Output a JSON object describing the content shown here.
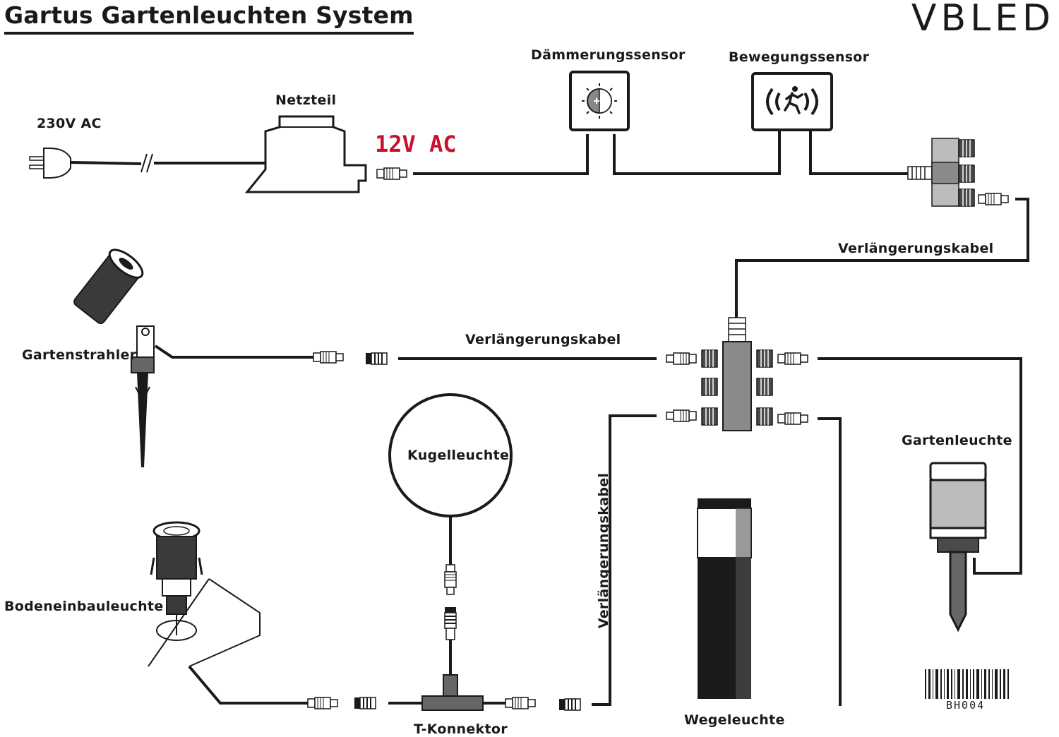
{
  "header": {
    "title": "Gartus Gartenleuchten System",
    "brand": "VBLED"
  },
  "labels": {
    "mains": "230V AC",
    "power_supply": "Netzteil",
    "voltage_out": "12V AC",
    "dusk_sensor": "Dämmerungssensor",
    "motion_sensor": "Bewegungssensor",
    "extension_cable_top": "Verlängerungskabel",
    "extension_cable_mid": "Verlängerungskabel",
    "extension_cable_vertical": "Verlängerungskabel",
    "spotlight": "Gartenstrahler",
    "ball_light": "Kugelleuchte",
    "recessed_light": "Bodeneinbauleuchte",
    "t_connector": "T-Konnektor",
    "path_light": "Wegeleuchte",
    "garden_light": "Gartenleuchte",
    "barcode": "BH004"
  },
  "icons": {
    "dusk_sensor": "sun-dial-icon",
    "motion_sensor": "running-person-signal-icon"
  },
  "colors": {
    "line": "#1a1a1a",
    "accent_voltage": "#c8102e",
    "connector_grey": "#8a8a8a"
  }
}
